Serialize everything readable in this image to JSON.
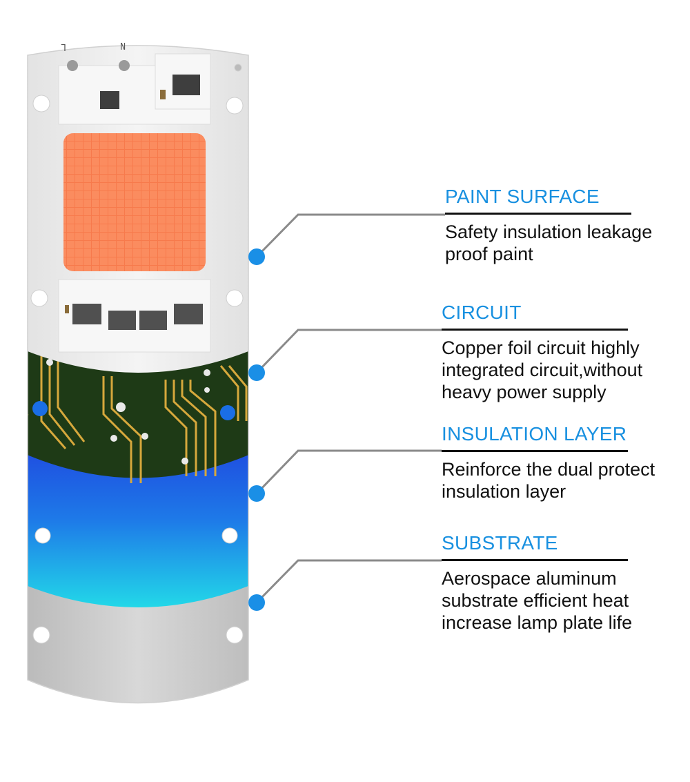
{
  "board_markings": {
    "pad_left": "L",
    "pad_right": "N"
  },
  "colors": {
    "accent": "#1a8fe6",
    "title_text": "#1890e0",
    "body_text": "#111111",
    "leader_line": "#8a8a8a",
    "paint_surface": "#eeeeee",
    "led_chip": "#fb8c5f",
    "circuit_board": "#1e3a16",
    "copper_trace": "#d6a83c",
    "insulation_top": "#1f4de0",
    "insulation_bottom": "#22d8e8",
    "substrate": "#c8c8c8"
  },
  "callouts": [
    {
      "title": "PAINT SURFACE",
      "lines": [
        "Safety insulation leakage",
        "proof paint"
      ]
    },
    {
      "title": "CIRCUIT",
      "lines": [
        "Copper foil circuit highly",
        "integrated circuit,without",
        "heavy power supply"
      ]
    },
    {
      "title": "INSULATION LAYER",
      "lines": [
        "Reinforce the dual protect",
        "insulation layer"
      ]
    },
    {
      "title": "SUBSTRATE",
      "lines": [
        "Aerospace aluminum",
        "substrate efficient heat",
        "increase lamp plate life"
      ]
    }
  ]
}
